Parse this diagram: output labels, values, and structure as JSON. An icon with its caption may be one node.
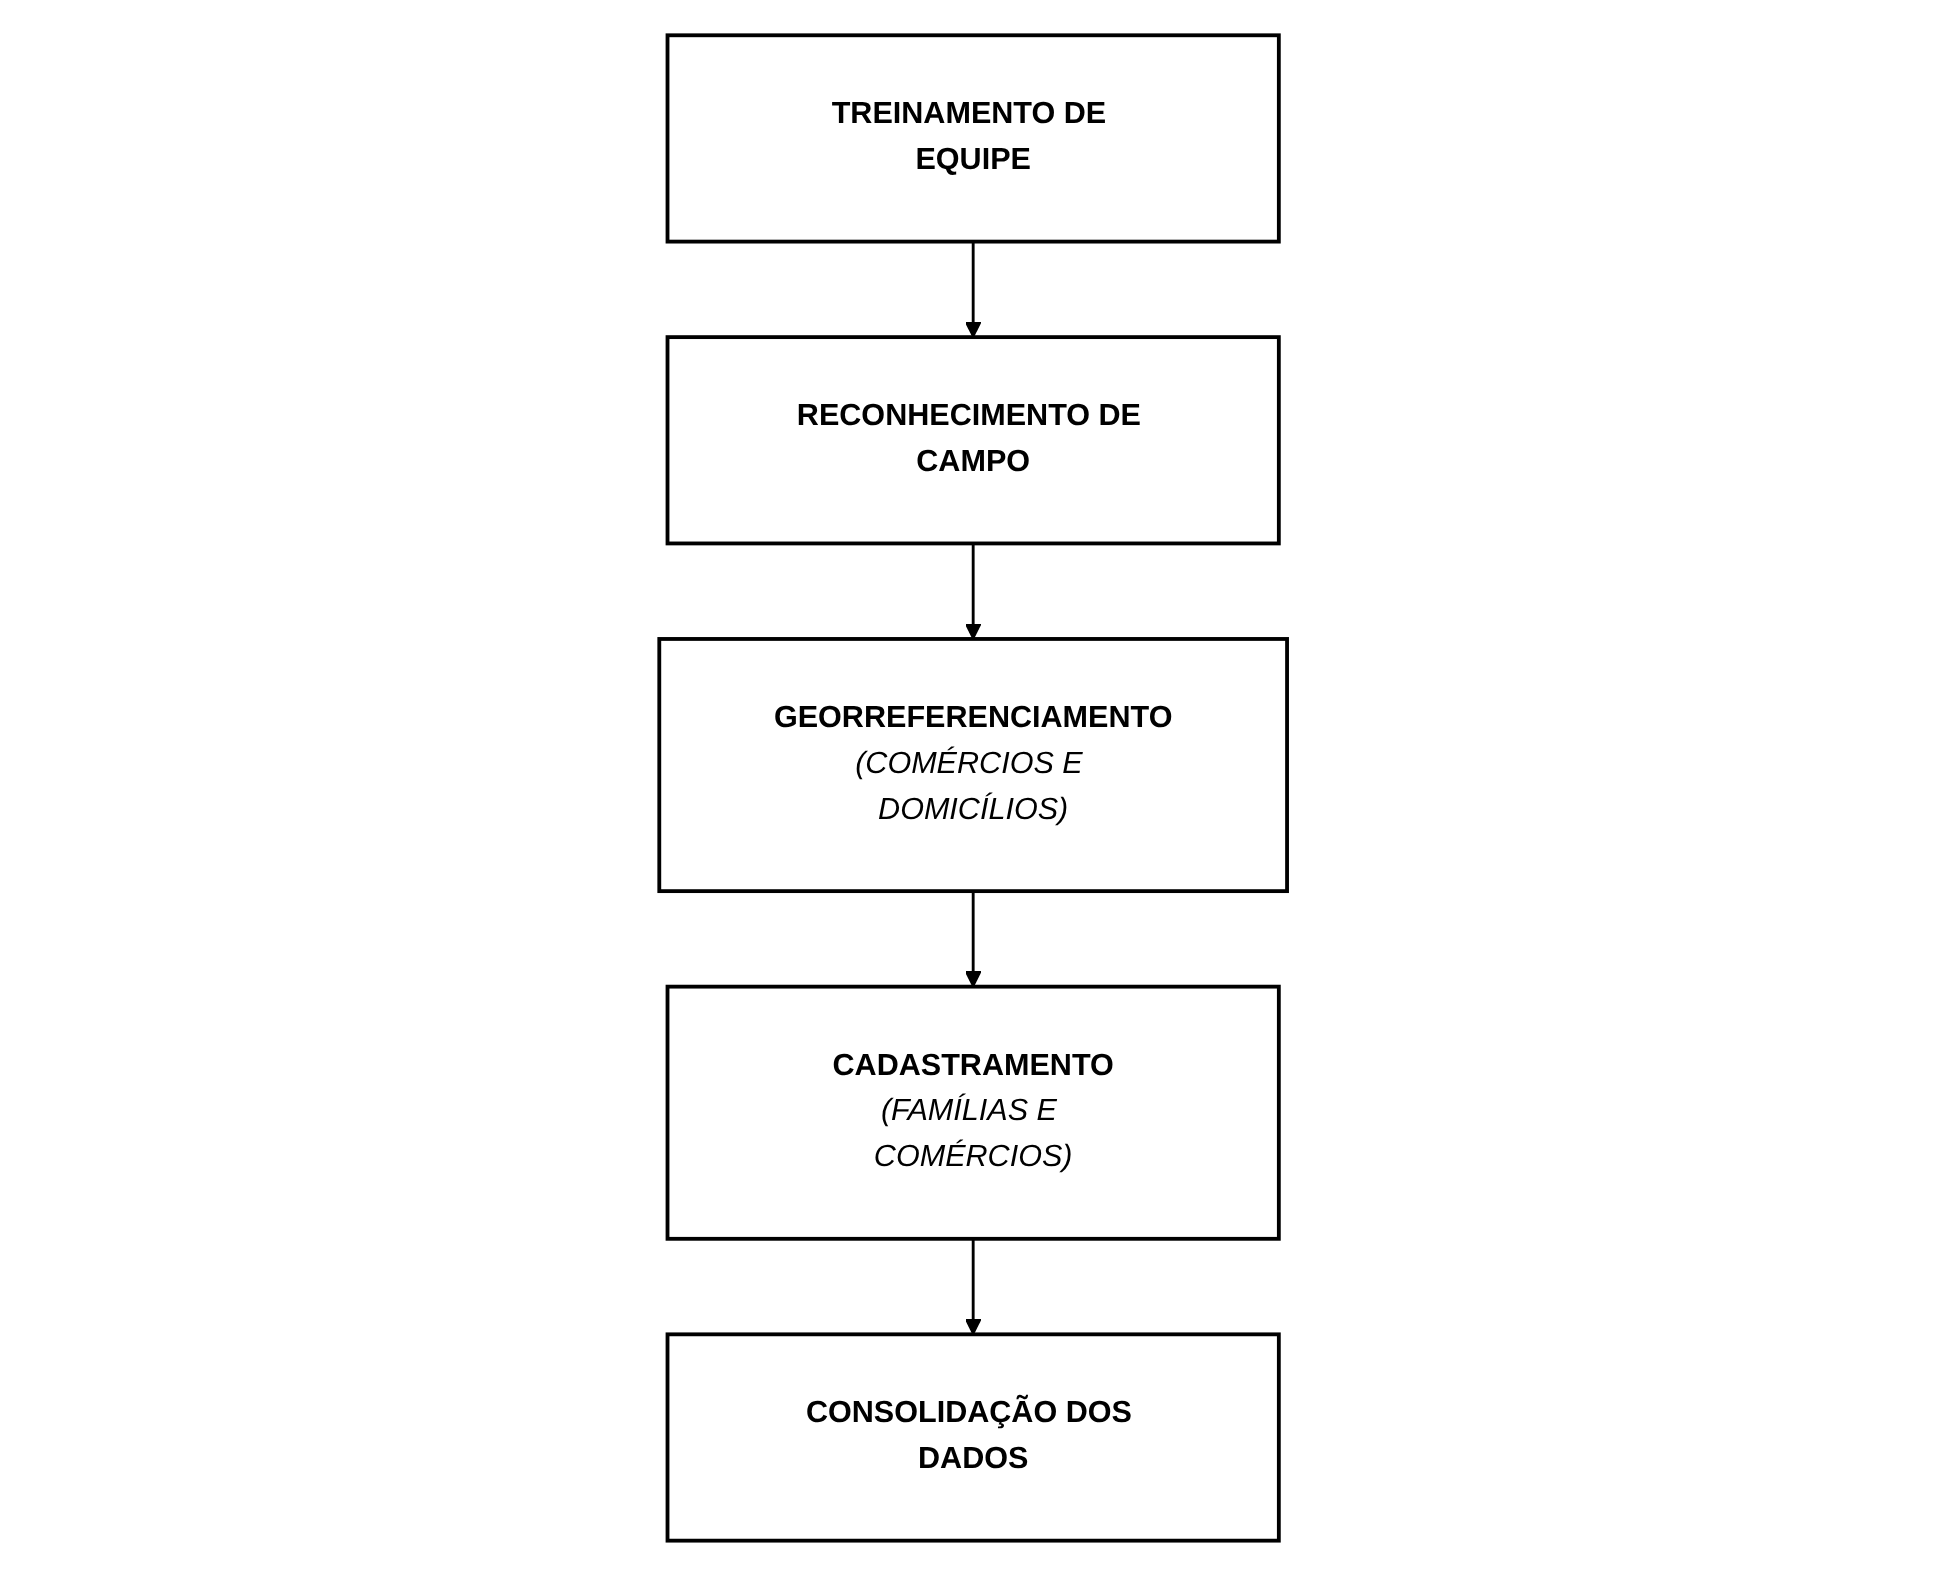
{
  "diagram": {
    "nodes": [
      {
        "text": [
          "TREINAMENTO DE EQUIPE"
        ]
      },
      {
        "text": [
          "RECONHECIMENTO DE CAMPO"
        ]
      },
      {
        "text": [
          "GEORREFERENCIAMENTO",
          "(COMÉRCIOS E DOMICÍLIOS)"
        ]
      },
      {
        "text": [
          "CADASTRAMENTO",
          "(FAMÍLIAS E COMÉRCIOS)"
        ]
      },
      {
        "text": [
          "CONSOLIDAÇÃO DOS DADOS"
        ]
      }
    ],
    "edges": [
      {
        "from": 0,
        "to": 1,
        "arrow": "to"
      },
      {
        "from": 1,
        "to": 2,
        "arrow": "to"
      },
      {
        "from": 2,
        "to": 3,
        "arrow": "to"
      },
      {
        "from": 3,
        "to": 4,
        "arrow": "to"
      }
    ]
  }
}
